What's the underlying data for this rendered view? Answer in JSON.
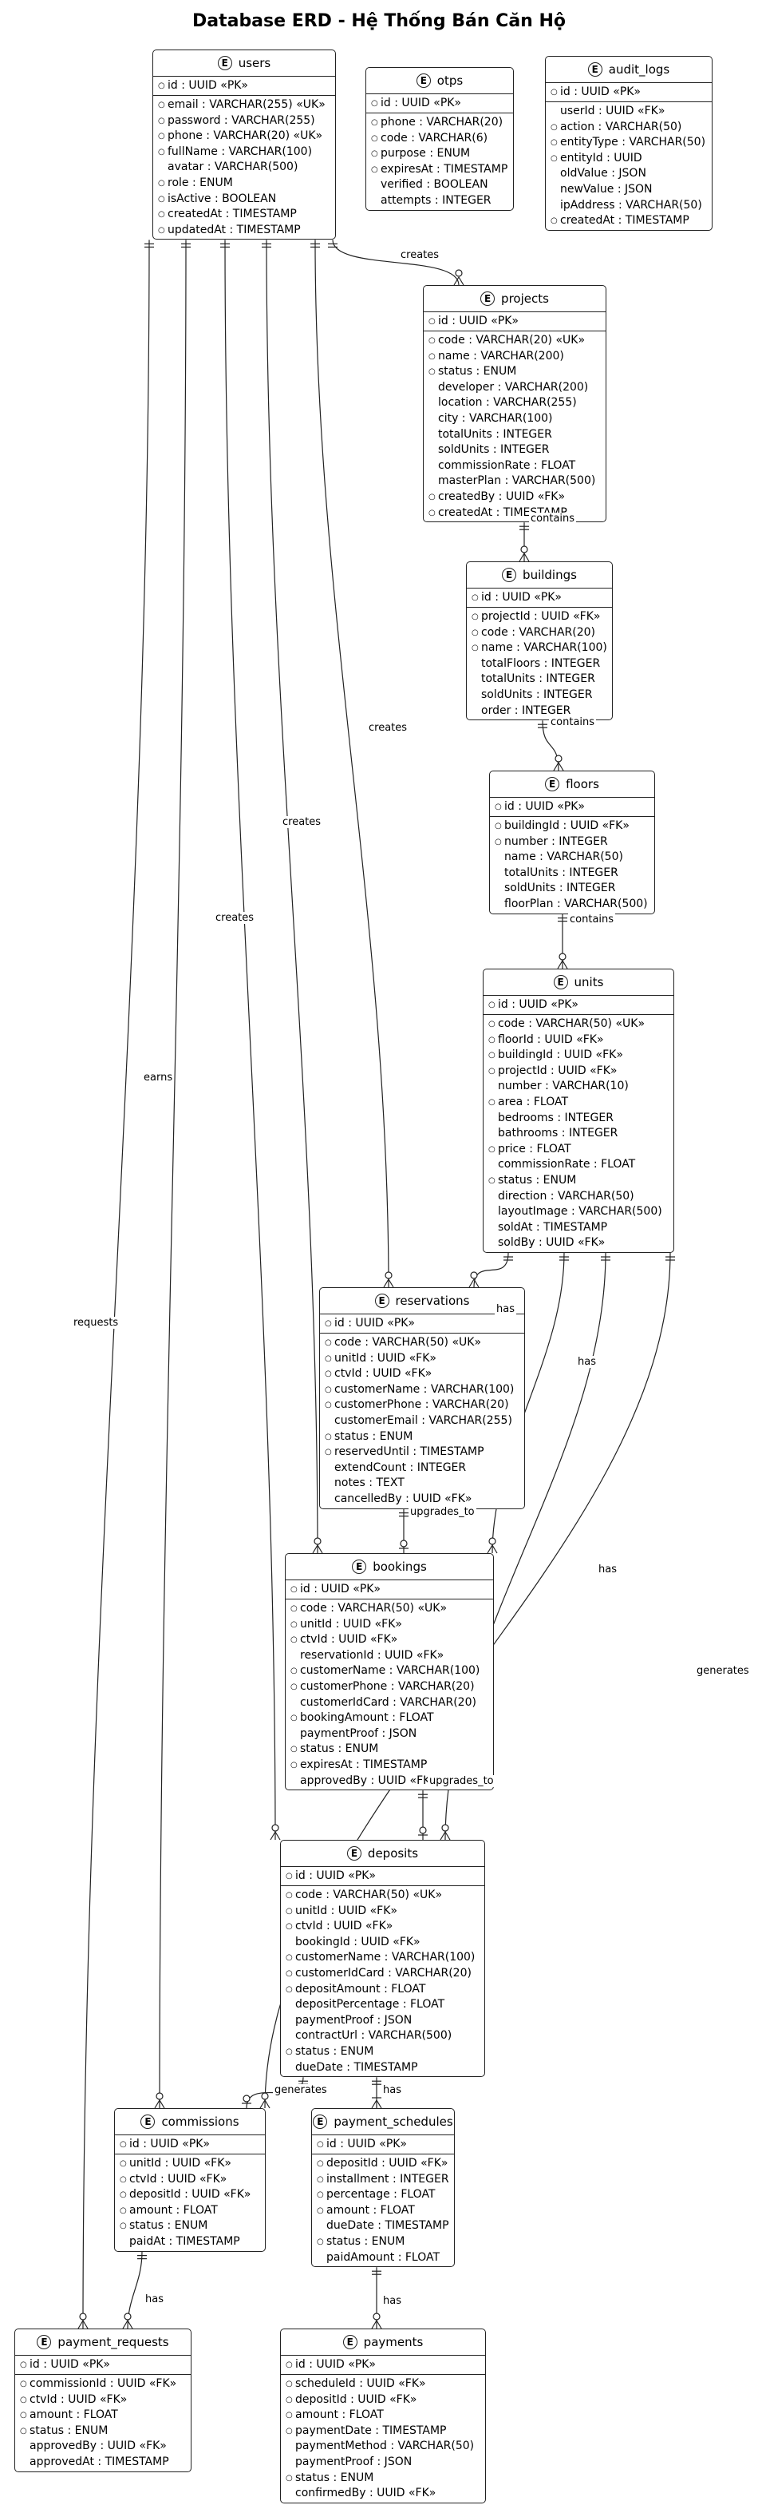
{
  "title": "Database ERD - Hệ Thống Bán Căn Hộ",
  "entity_badge": "E",
  "entities": [
    {
      "id": "users",
      "name": "users",
      "pk": [
        {
          "label": "id : UUID «PK»",
          "required": true
        }
      ],
      "attrs": [
        {
          "label": "email : VARCHAR(255) «UK»",
          "required": true
        },
        {
          "label": "password : VARCHAR(255)",
          "required": true
        },
        {
          "label": "phone : VARCHAR(20) «UK»",
          "required": true
        },
        {
          "label": "fullName : VARCHAR(100)",
          "required": true
        },
        {
          "label": "avatar : VARCHAR(500)",
          "required": false
        },
        {
          "label": "role : ENUM",
          "required": true
        },
        {
          "label": "isActive : BOOLEAN",
          "required": true
        },
        {
          "label": "createdAt : TIMESTAMP",
          "required": true
        },
        {
          "label": "updatedAt : TIMESTAMP",
          "required": true
        }
      ]
    },
    {
      "id": "otps",
      "name": "otps",
      "pk": [
        {
          "label": "id : UUID «PK»",
          "required": true
        }
      ],
      "attrs": [
        {
          "label": "phone : VARCHAR(20)",
          "required": true
        },
        {
          "label": "code : VARCHAR(6)",
          "required": true
        },
        {
          "label": "purpose : ENUM",
          "required": true
        },
        {
          "label": "expiresAt : TIMESTAMP",
          "required": true
        },
        {
          "label": "verified : BOOLEAN",
          "required": false
        },
        {
          "label": "attempts : INTEGER",
          "required": false
        }
      ]
    },
    {
      "id": "audit_logs",
      "name": "audit_logs",
      "pk": [
        {
          "label": "id : UUID «PK»",
          "required": true
        }
      ],
      "attrs": [
        {
          "label": "userId : UUID «FK»",
          "required": false
        },
        {
          "label": "action : VARCHAR(50)",
          "required": true
        },
        {
          "label": "entityType : VARCHAR(50)",
          "required": true
        },
        {
          "label": "entityId : UUID",
          "required": true
        },
        {
          "label": "oldValue : JSON",
          "required": false
        },
        {
          "label": "newValue : JSON",
          "required": false
        },
        {
          "label": "ipAddress : VARCHAR(50)",
          "required": false
        },
        {
          "label": "createdAt : TIMESTAMP",
          "required": true
        }
      ]
    },
    {
      "id": "projects",
      "name": "projects",
      "pk": [
        {
          "label": "id : UUID «PK»",
          "required": true
        }
      ],
      "attrs": [
        {
          "label": "code : VARCHAR(20) «UK»",
          "required": true
        },
        {
          "label": "name : VARCHAR(200)",
          "required": true
        },
        {
          "label": "status : ENUM",
          "required": true
        },
        {
          "label": "developer : VARCHAR(200)",
          "required": false
        },
        {
          "label": "location : VARCHAR(255)",
          "required": false
        },
        {
          "label": "city : VARCHAR(100)",
          "required": false
        },
        {
          "label": "totalUnits : INTEGER",
          "required": false
        },
        {
          "label": "soldUnits : INTEGER",
          "required": false
        },
        {
          "label": "commissionRate : FLOAT",
          "required": false
        },
        {
          "label": "masterPlan : VARCHAR(500)",
          "required": false
        },
        {
          "label": "createdBy : UUID «FK»",
          "required": true
        },
        {
          "label": "createdAt : TIMESTAMP",
          "required": true
        }
      ]
    },
    {
      "id": "buildings",
      "name": "buildings",
      "pk": [
        {
          "label": "id : UUID «PK»",
          "required": true
        }
      ],
      "attrs": [
        {
          "label": "projectId : UUID «FK»",
          "required": true
        },
        {
          "label": "code : VARCHAR(20)",
          "required": true
        },
        {
          "label": "name : VARCHAR(100)",
          "required": true
        },
        {
          "label": "totalFloors : INTEGER",
          "required": false
        },
        {
          "label": "totalUnits : INTEGER",
          "required": false
        },
        {
          "label": "soldUnits : INTEGER",
          "required": false
        },
        {
          "label": "order : INTEGER",
          "required": false
        }
      ]
    },
    {
      "id": "floors",
      "name": "floors",
      "pk": [
        {
          "label": "id : UUID «PK»",
          "required": true
        }
      ],
      "attrs": [
        {
          "label": "buildingId : UUID «FK»",
          "required": true
        },
        {
          "label": "number : INTEGER",
          "required": true
        },
        {
          "label": "name : VARCHAR(50)",
          "required": false
        },
        {
          "label": "totalUnits : INTEGER",
          "required": false
        },
        {
          "label": "soldUnits : INTEGER",
          "required": false
        },
        {
          "label": "floorPlan : VARCHAR(500)",
          "required": false
        }
      ]
    },
    {
      "id": "units",
      "name": "units",
      "pk": [
        {
          "label": "id : UUID «PK»",
          "required": true
        }
      ],
      "attrs": [
        {
          "label": "code : VARCHAR(50) «UK»",
          "required": true
        },
        {
          "label": "floorId : UUID «FK»",
          "required": true
        },
        {
          "label": "buildingId : UUID «FK»",
          "required": true
        },
        {
          "label": "projectId : UUID «FK»",
          "required": true
        },
        {
          "label": "number : VARCHAR(10)",
          "required": false
        },
        {
          "label": "area : FLOAT",
          "required": true
        },
        {
          "label": "bedrooms : INTEGER",
          "required": false
        },
        {
          "label": "bathrooms : INTEGER",
          "required": false
        },
        {
          "label": "price : FLOAT",
          "required": true
        },
        {
          "label": "commissionRate : FLOAT",
          "required": false
        },
        {
          "label": "status : ENUM",
          "required": true
        },
        {
          "label": "direction : VARCHAR(50)",
          "required": false
        },
        {
          "label": "layoutImage : VARCHAR(500)",
          "required": false
        },
        {
          "label": "soldAt : TIMESTAMP",
          "required": false
        },
        {
          "label": "soldBy : UUID «FK»",
          "required": false
        }
      ]
    },
    {
      "id": "reservations",
      "name": "reservations",
      "pk": [
        {
          "label": "id : UUID «PK»",
          "required": true
        }
      ],
      "attrs": [
        {
          "label": "code : VARCHAR(50) «UK»",
          "required": true
        },
        {
          "label": "unitId : UUID «FK»",
          "required": true
        },
        {
          "label": "ctvId : UUID «FK»",
          "required": true
        },
        {
          "label": "customerName : VARCHAR(100)",
          "required": true
        },
        {
          "label": "customerPhone : VARCHAR(20)",
          "required": true
        },
        {
          "label": "customerEmail : VARCHAR(255)",
          "required": false
        },
        {
          "label": "status : ENUM",
          "required": true
        },
        {
          "label": "reservedUntil : TIMESTAMP",
          "required": true
        },
        {
          "label": "extendCount : INTEGER",
          "required": false
        },
        {
          "label": "notes : TEXT",
          "required": false
        },
        {
          "label": "cancelledBy : UUID «FK»",
          "required": false
        }
      ]
    },
    {
      "id": "bookings",
      "name": "bookings",
      "pk": [
        {
          "label": "id : UUID «PK»",
          "required": true
        }
      ],
      "attrs": [
        {
          "label": "code : VARCHAR(50) «UK»",
          "required": true
        },
        {
          "label": "unitId : UUID «FK»",
          "required": true
        },
        {
          "label": "ctvId : UUID «FK»",
          "required": true
        },
        {
          "label": "reservationId : UUID «FK»",
          "required": false
        },
        {
          "label": "customerName : VARCHAR(100)",
          "required": true
        },
        {
          "label": "customerPhone : VARCHAR(20)",
          "required": true
        },
        {
          "label": "customerIdCard : VARCHAR(20)",
          "required": false
        },
        {
          "label": "bookingAmount : FLOAT",
          "required": true
        },
        {
          "label": "paymentProof : JSON",
          "required": false
        },
        {
          "label": "status : ENUM",
          "required": true
        },
        {
          "label": "expiresAt : TIMESTAMP",
          "required": true
        },
        {
          "label": "approvedBy : UUID «FK»",
          "required": false
        }
      ]
    },
    {
      "id": "deposits",
      "name": "deposits",
      "pk": [
        {
          "label": "id : UUID «PK»",
          "required": true
        }
      ],
      "attrs": [
        {
          "label": "code : VARCHAR(50) «UK»",
          "required": true
        },
        {
          "label": "unitId : UUID «FK»",
          "required": true
        },
        {
          "label": "ctvId : UUID «FK»",
          "required": true
        },
        {
          "label": "bookingId : UUID «FK»",
          "required": false
        },
        {
          "label": "customerName : VARCHAR(100)",
          "required": true
        },
        {
          "label": "customerIdCard : VARCHAR(20)",
          "required": true
        },
        {
          "label": "depositAmount : FLOAT",
          "required": true
        },
        {
          "label": "depositPercentage : FLOAT",
          "required": false
        },
        {
          "label": "paymentProof : JSON",
          "required": false
        },
        {
          "label": "contractUrl : VARCHAR(500)",
          "required": false
        },
        {
          "label": "status : ENUM",
          "required": true
        },
        {
          "label": "dueDate : TIMESTAMP",
          "required": false
        }
      ]
    },
    {
      "id": "commissions",
      "name": "commissions",
      "pk": [
        {
          "label": "id : UUID «PK»",
          "required": true
        }
      ],
      "attrs": [
        {
          "label": "unitId : UUID «FK»",
          "required": true
        },
        {
          "label": "ctvId : UUID «FK»",
          "required": true
        },
        {
          "label": "depositId : UUID «FK»",
          "required": true
        },
        {
          "label": "amount : FLOAT",
          "required": true
        },
        {
          "label": "status : ENUM",
          "required": true
        },
        {
          "label": "paidAt : TIMESTAMP",
          "required": false
        }
      ]
    },
    {
      "id": "payment_schedules",
      "name": "payment_schedules",
      "pk": [
        {
          "label": "id : UUID «PK»",
          "required": true
        }
      ],
      "attrs": [
        {
          "label": "depositId : UUID «FK»",
          "required": true
        },
        {
          "label": "installment : INTEGER",
          "required": true
        },
        {
          "label": "percentage : FLOAT",
          "required": true
        },
        {
          "label": "amount : FLOAT",
          "required": true
        },
        {
          "label": "dueDate : TIMESTAMP",
          "required": false
        },
        {
          "label": "status : ENUM",
          "required": true
        },
        {
          "label": "paidAmount : FLOAT",
          "required": false
        }
      ]
    },
    {
      "id": "payment_requests",
      "name": "payment_requests",
      "pk": [
        {
          "label": "id : UUID «PK»",
          "required": true
        }
      ],
      "attrs": [
        {
          "label": "commissionId : UUID «FK»",
          "required": true
        },
        {
          "label": "ctvId : UUID «FK»",
          "required": true
        },
        {
          "label": "amount : FLOAT",
          "required": true
        },
        {
          "label": "status : ENUM",
          "required": true
        },
        {
          "label": "approvedBy : UUID «FK»",
          "required": false
        },
        {
          "label": "approvedAt : TIMESTAMP",
          "required": false
        }
      ]
    },
    {
      "id": "payments",
      "name": "payments",
      "pk": [
        {
          "label": "id : UUID «PK»",
          "required": true
        }
      ],
      "attrs": [
        {
          "label": "scheduleId : UUID «FK»",
          "required": true
        },
        {
          "label": "depositId : UUID «FK»",
          "required": true
        },
        {
          "label": "amount : FLOAT",
          "required": true
        },
        {
          "label": "paymentDate : TIMESTAMP",
          "required": true
        },
        {
          "label": "paymentMethod : VARCHAR(50)",
          "required": false
        },
        {
          "label": "paymentProof : JSON",
          "required": false
        },
        {
          "label": "status : ENUM",
          "required": true
        },
        {
          "label": "confirmedBy : UUID «FK»",
          "required": false
        }
      ]
    }
  ],
  "relations": [
    {
      "from": "users",
      "to": "projects",
      "label": "creates",
      "from_card": "one",
      "to_card": "zero-many"
    },
    {
      "from": "projects",
      "to": "buildings",
      "label": "contains",
      "from_card": "one",
      "to_card": "zero-many"
    },
    {
      "from": "buildings",
      "to": "floors",
      "label": "contains",
      "from_card": "one",
      "to_card": "zero-many"
    },
    {
      "from": "floors",
      "to": "units",
      "label": "contains",
      "from_card": "one",
      "to_card": "zero-many"
    },
    {
      "from": "users",
      "to": "reservations",
      "label": "creates",
      "from_card": "one",
      "to_card": "zero-many"
    },
    {
      "from": "users",
      "to": "bookings",
      "label": "creates",
      "from_card": "one",
      "to_card": "zero-many"
    },
    {
      "from": "users",
      "to": "deposits",
      "label": "creates",
      "from_card": "one",
      "to_card": "zero-many"
    },
    {
      "from": "users",
      "to": "commissions",
      "label": "earns",
      "from_card": "one",
      "to_card": "zero-many"
    },
    {
      "from": "users",
      "to": "payment_requests",
      "label": "requests",
      "from_card": "one",
      "to_card": "zero-many"
    },
    {
      "from": "units",
      "to": "reservations",
      "label": "has",
      "from_card": "one",
      "to_card": "zero-many"
    },
    {
      "from": "units",
      "to": "bookings",
      "label": "has",
      "from_card": "one",
      "to_card": "zero-many"
    },
    {
      "from": "units",
      "to": "deposits",
      "label": "has",
      "from_card": "one",
      "to_card": "zero-many"
    },
    {
      "from": "units",
      "to": "commissions",
      "label": "generates",
      "from_card": "one",
      "to_card": "zero-many"
    },
    {
      "from": "reservations",
      "to": "bookings",
      "label": "upgrades_to",
      "from_card": "one",
      "to_card": "zero-one"
    },
    {
      "from": "bookings",
      "to": "deposits",
      "label": "upgrades_to",
      "from_card": "one",
      "to_card": "zero-one"
    },
    {
      "from": "deposits",
      "to": "commissions",
      "label": "generates",
      "from_card": "one",
      "to_card": "zero-one"
    },
    {
      "from": "deposits",
      "to": "payment_schedules",
      "label": "has",
      "from_card": "one",
      "to_card": "one-many"
    },
    {
      "from": "commissions",
      "to": "payment_requests",
      "label": "has",
      "from_card": "one",
      "to_card": "zero-many"
    },
    {
      "from": "payment_schedules",
      "to": "payments",
      "label": "has",
      "from_card": "one",
      "to_card": "zero-many"
    }
  ]
}
